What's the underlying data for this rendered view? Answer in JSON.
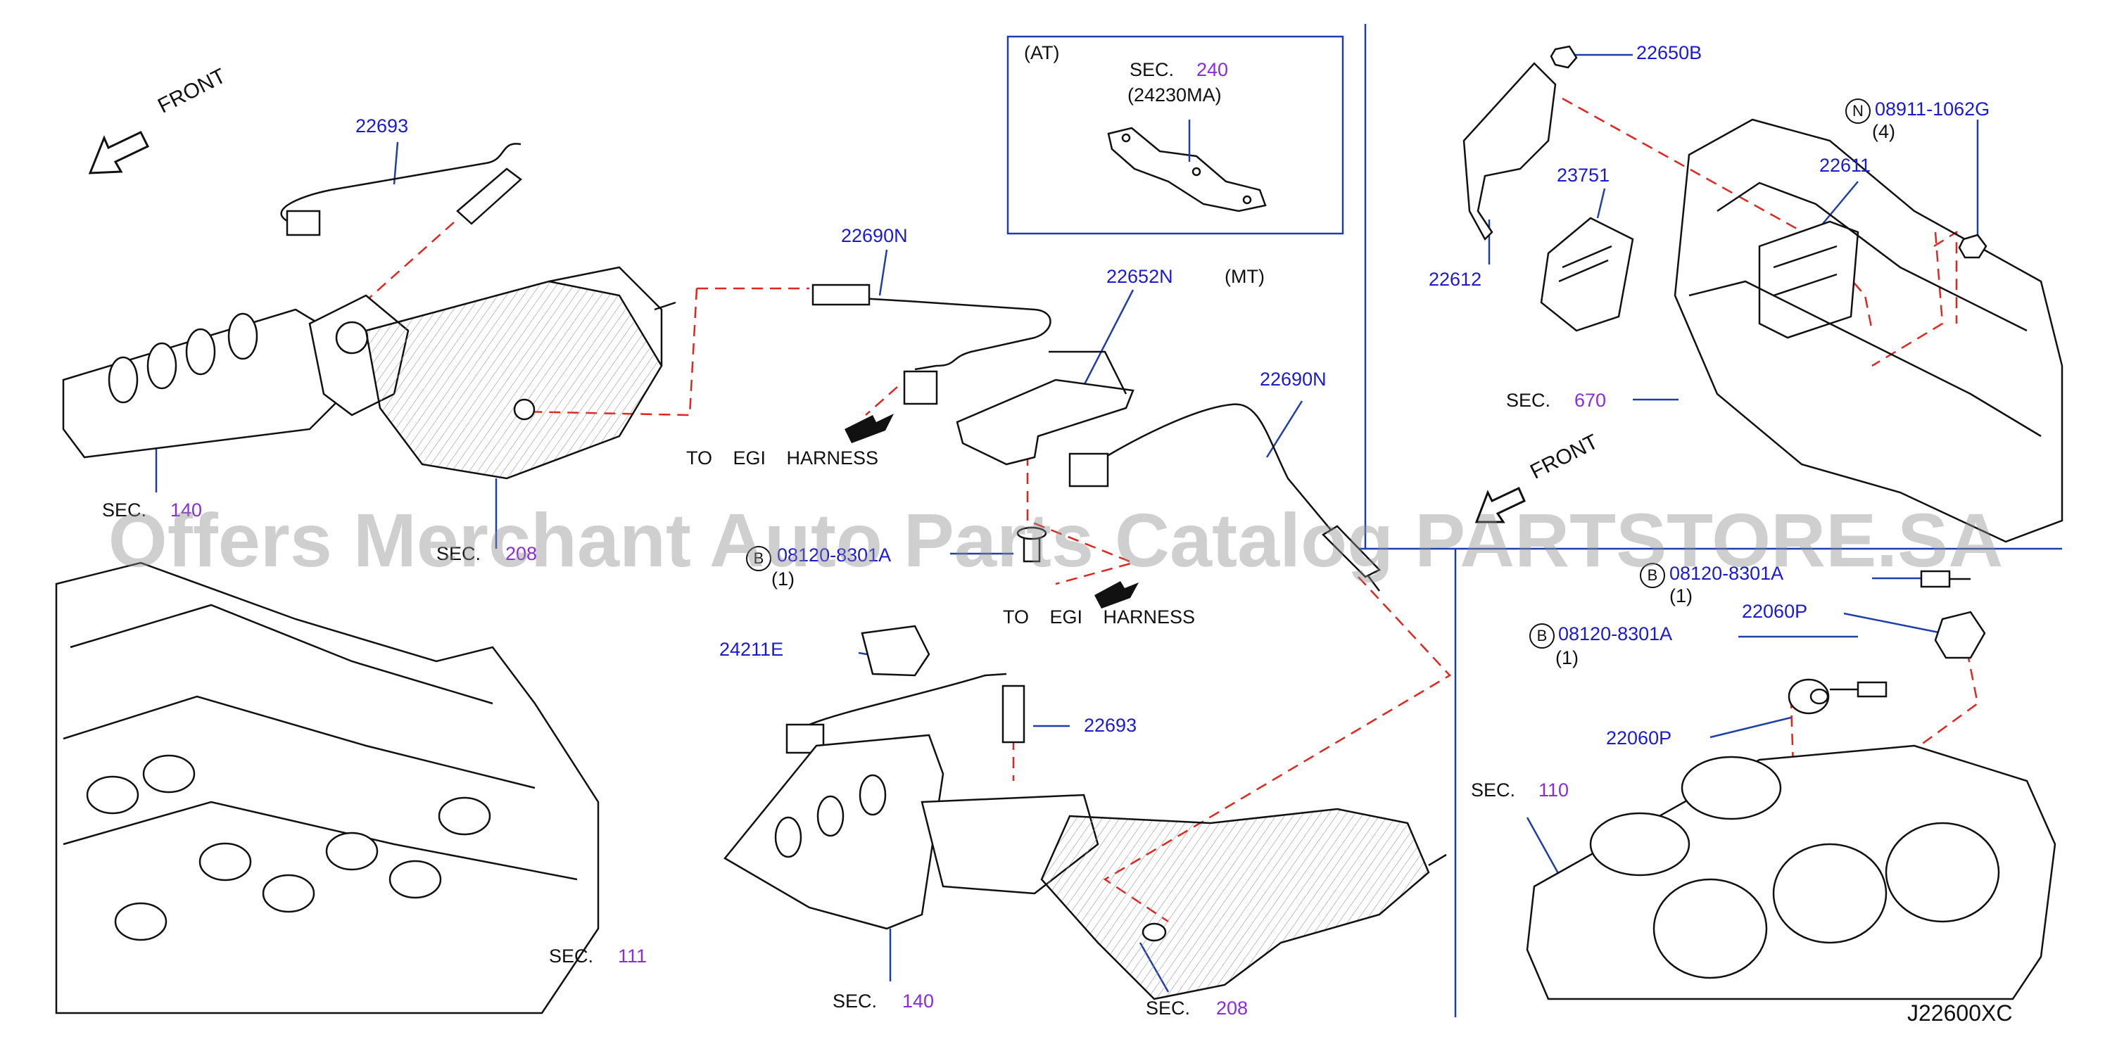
{
  "diagram_code": "J22600XC",
  "watermark": "Offers Merchant Auto Parts Catalog PARTSTORE.SA",
  "front_label": "FRONT",
  "harness_label": "TO EGI HARNESS",
  "sec_label": "SEC.",
  "at_label": "(AT)",
  "mt_label": "(MT)",
  "at_box": {
    "sec": "240",
    "part": "(24230MA)"
  },
  "parts": {
    "p22693_top": "22693",
    "p22690N_a": "22690N",
    "p22652N": "22652N",
    "p22690N_b": "22690N",
    "p22650B": "22650B",
    "p23751": "23751",
    "p22611": "22611",
    "p22612": "22612",
    "p08911": "08911-1062G",
    "p08911_qty": "(4)",
    "p24211E": "24211E",
    "p22693_low": "22693",
    "p08120_a": "08120-8301A",
    "p08120_a_qty": "(1)",
    "p08120_b": "08120-8301A",
    "p08120_b_qty": "(1)",
    "p22060P_a": "22060P",
    "p22060P_b": "22060P",
    "pB_mid": "08120-8301A",
    "pB_mid_qty": "(1)"
  },
  "sections": {
    "s140_top": "140",
    "s208_top": "208",
    "s670": "670",
    "s111": "111",
    "s140_low": "140",
    "s208_low": "208",
    "s110": "110"
  },
  "markers": {
    "N": "N",
    "B": "B"
  },
  "colors": {
    "part_number": "#1a1ad6",
    "section": "#8a2be2",
    "dashed": "#e0261f",
    "line": "#1f3fa8"
  }
}
